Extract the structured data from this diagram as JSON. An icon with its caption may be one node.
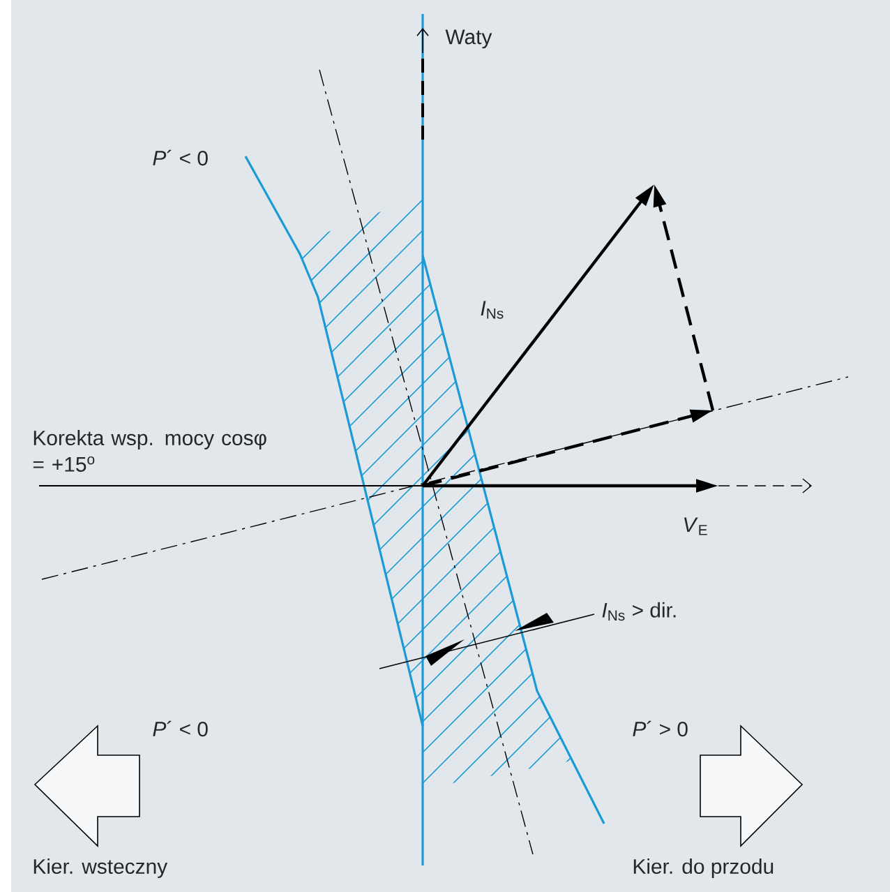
{
  "diagram": {
    "labels": [
      "Waty",
      "*P*´ < 0",
      "*I*$_{Ns}$",
      "Korekta wsp. mocy cosφ = +15$^{o}$",
      "*V*$_{E}$",
      "*I*$_{Ns}$ > dir.",
      "*P*´ < 0",
      "*P*´ > 0",
      "Kier. wsteczny",
      "Kier. do przodu"
    ]
  }
}
